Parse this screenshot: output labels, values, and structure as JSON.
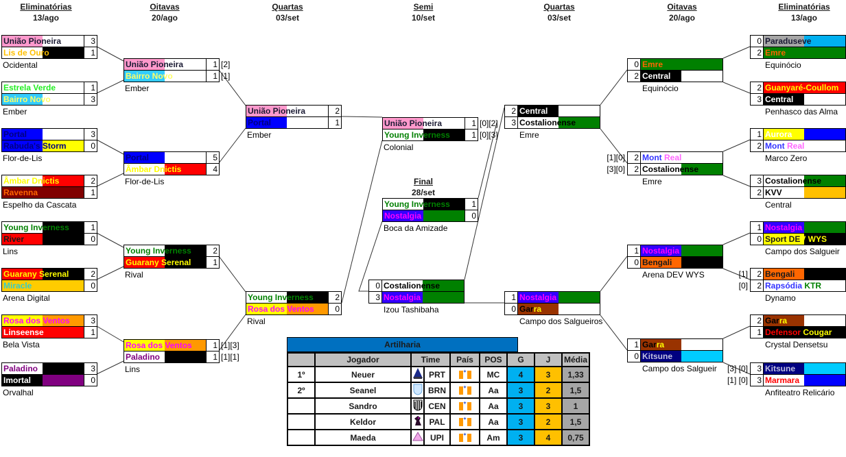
{
  "headers": {
    "left": [
      {
        "title": "Eliminatórias",
        "date": "13/ago"
      },
      {
        "title": "Oitavas",
        "date": "20/ago"
      },
      {
        "title": "Quartas",
        "date": "03/set"
      }
    ],
    "center": {
      "title": "Semi",
      "date": "10/set"
    },
    "right": [
      {
        "title": "Quartas",
        "date": "03/set"
      },
      {
        "title": "Oitavas",
        "date": "20/ago"
      },
      {
        "title": "Eliminatórias",
        "date": "13/ago"
      }
    ],
    "final": {
      "title": "Final",
      "date": "28/set"
    }
  },
  "teams": {
    "uniao": {
      "bg": [
        "#FF99CC",
        "#FFFFFF"
      ],
      "text": [
        [
          "União Pioneira",
          "#1a1a33"
        ]
      ]
    },
    "lis": {
      "bg": [
        "#FFFFFF",
        "#000000"
      ],
      "text": [
        [
          "Lis de Ouro",
          "#FFC000"
        ]
      ]
    },
    "estrela": {
      "bg": [
        "#FFFFFF",
        "#FFFFFF"
      ],
      "text": [
        [
          "Estrela Verde",
          "#22EE22"
        ]
      ]
    },
    "bairro": {
      "bg": [
        "#33CCFF",
        "#FFFFFF"
      ],
      "text": [
        [
          "Bairro Novo",
          "#FFFF66"
        ]
      ]
    },
    "portal": {
      "bg": [
        "#0000FF",
        "#FFFFFF"
      ],
      "text": [
        [
          "Portal",
          "#000080"
        ]
      ]
    },
    "rabuda": {
      "bg": [
        "#0000FF",
        "#FFFF00"
      ],
      "text": [
        [
          "Rabuda's Storm",
          "#000080"
        ]
      ]
    },
    "ambar": {
      "bg": [
        "#FFFFFF",
        "#FF0000"
      ],
      "text": [
        [
          "Âmbar Dnictis",
          "#FFFF00"
        ]
      ]
    },
    "ravenna": {
      "bg": [
        "#800000",
        "#800000"
      ],
      "text": [
        [
          "Ravenna",
          "#FF6600"
        ]
      ]
    },
    "young": {
      "bg": [
        "#FFFFFF",
        "#000000"
      ],
      "text": [
        [
          "Young Inverness",
          "#008000"
        ]
      ]
    },
    "river": {
      "bg": [
        "#FF0000",
        "#000000"
      ],
      "text": [
        [
          "River",
          "#1a1a1a"
        ]
      ]
    },
    "guarany": {
      "bg": [
        "#FF0000",
        "#000000"
      ],
      "text": [
        [
          "Guarany Serenal",
          "#FFFF00"
        ]
      ]
    },
    "miracle": {
      "bg": [
        "#FFCC00",
        "#FFCC00"
      ],
      "text": [
        [
          "Miracle",
          "#33CCCC"
        ]
      ]
    },
    "rosa": {
      "bg": [
        "#FFFF00",
        "#FF9900"
      ],
      "text": [
        [
          "Rosa dos Ventos",
          "#FF00FF"
        ]
      ]
    },
    "linseense": {
      "bg": [
        "#FF0000",
        "#FF0000"
      ],
      "text": [
        [
          "Linseense",
          "#FFFFFF"
        ]
      ]
    },
    "paladino": {
      "bg": [
        "#FFFFFF",
        "#000000"
      ],
      "text": [
        [
          "Paladino",
          "#800080"
        ]
      ]
    },
    "imortal": {
      "bg": [
        "#000000",
        "#800080"
      ],
      "text": [
        [
          "Imortal",
          "#FFFFFF"
        ]
      ]
    },
    "nostalgia": {
      "bg": [
        "#3300FF",
        "#008000"
      ],
      "text": [
        [
          "Nostalgia",
          "#FF00FF"
        ]
      ]
    },
    "costalionense": {
      "bg": [
        "#FFFFFF",
        "#008000"
      ],
      "text": [
        [
          "Costalionense",
          "#000000"
        ]
      ]
    },
    "central": {
      "bg": [
        "#000000",
        "#FFFFFF"
      ],
      "text": [
        [
          "Central",
          "#FFFFFF"
        ]
      ]
    },
    "emre": {
      "bg": [
        "#008000",
        "#008000"
      ],
      "text": [
        [
          "Emre",
          "#FF6600"
        ]
      ]
    },
    "paraduseve": {
      "bg": [
        "#A6A6A6",
        "#00B0F0"
      ],
      "text": [
        [
          "Paraduseve",
          "#1a1a33"
        ]
      ]
    },
    "guanyare": {
      "bg": [
        "#FF0000",
        "#FF0000"
      ],
      "text": [
        [
          "Guanyaré-Coullom",
          "#FFFF00"
        ]
      ]
    },
    "aurora": {
      "bg": [
        "#FFFF00",
        "#0000FF"
      ],
      "text": [
        [
          "Aurora",
          "#FFFFFF"
        ]
      ]
    },
    "montreal": {
      "bg": [
        "#FFFFFF",
        "#FFFFFF"
      ],
      "text": [
        [
          "Mont ",
          "#3333FF"
        ],
        [
          "Real",
          "#FF66FF"
        ]
      ]
    },
    "kvv": {
      "bg": [
        "#FFFFFF",
        "#FFC000"
      ],
      "text": [
        [
          "KVV",
          "#000000"
        ]
      ]
    },
    "sport": {
      "bg": [
        "#FFFF00",
        "#000000"
      ],
      "text": [
        [
          "Sport DE",
          "#1a1a1a"
        ],
        [
          "V WYS",
          "#FFFF00"
        ]
      ]
    },
    "bengali": {
      "bg": [
        "#FF6600",
        "#000000"
      ],
      "text": [
        [
          "Bengali",
          "#1a1a1a"
        ]
      ]
    },
    "rapsodia": {
      "bg": [
        "#FFFFFF",
        "#FFFFFF"
      ],
      "text": [
        [
          "Rapsódia ",
          "#3333FF"
        ],
        [
          "KTR",
          "#008000"
        ]
      ]
    },
    "garra": {
      "bg": [
        "#993300",
        "#FFFFFF"
      ],
      "text": [
        [
          "Gar",
          "#000000"
        ],
        [
          "ra",
          "#FFFF00"
        ]
      ]
    },
    "defensor": {
      "bg": [
        "#000000",
        "#000000"
      ],
      "text": [
        [
          "Defensor ",
          "#FF0000"
        ],
        [
          "Cougar",
          "#FFFF00"
        ]
      ]
    },
    "kitsune": {
      "bg": [
        "#000080",
        "#00CCFF"
      ],
      "text": [
        [
          "Kitsune",
          "#C0C0E0"
        ]
      ]
    },
    "marmara": {
      "bg": [
        "#FFFFFF",
        "#0000FF"
      ],
      "text": [
        [
          "Marmara",
          "#FF0000"
        ]
      ]
    }
  },
  "bracket": {
    "left_r1": [
      {
        "venue": "Ocidental",
        "rows": [
          {
            "team": "uniao",
            "score": "3"
          },
          {
            "team": "lis",
            "score": "1"
          }
        ]
      },
      {
        "venue": "Ember",
        "rows": [
          {
            "team": "estrela",
            "score": "1"
          },
          {
            "team": "bairro",
            "score": "3"
          }
        ]
      },
      {
        "venue": "Flor-de-Lis",
        "rows": [
          {
            "team": "portal",
            "score": "3"
          },
          {
            "team": "rabuda",
            "score": "0"
          }
        ]
      },
      {
        "venue": "Espelho da Cascata",
        "rows": [
          {
            "team": "ambar",
            "score": "2"
          },
          {
            "team": "ravenna",
            "score": "1"
          }
        ]
      },
      {
        "venue": "Lins",
        "rows": [
          {
            "team": "young",
            "score": "1"
          },
          {
            "team": "river",
            "score": "0"
          }
        ]
      },
      {
        "venue": "Arena Digital",
        "rows": [
          {
            "team": "guarany",
            "score": "2"
          },
          {
            "team": "miracle",
            "score": "0"
          }
        ]
      },
      {
        "venue": "Bela Vista",
        "rows": [
          {
            "team": "rosa",
            "score": "3"
          },
          {
            "team": "linseense",
            "score": "1"
          }
        ]
      },
      {
        "venue": "Orvalhal",
        "rows": [
          {
            "team": "paladino",
            "score": "3"
          },
          {
            "team": "imortal",
            "score": "0"
          }
        ]
      }
    ],
    "left_r2": [
      {
        "venue": "Ember",
        "rows": [
          {
            "team": "uniao",
            "score": "1",
            "extra": "[2]"
          },
          {
            "team": "bairro",
            "score": "1",
            "extra": "[1]"
          }
        ]
      },
      {
        "venue": "Flor-de-Lis",
        "rows": [
          {
            "team": "portal",
            "score": "5"
          },
          {
            "team": "ambar",
            "score": "4"
          }
        ]
      },
      {
        "venue": "Rival",
        "rows": [
          {
            "team": "young",
            "score": "2"
          },
          {
            "team": "guarany",
            "score": "1"
          }
        ]
      },
      {
        "venue": "Lins",
        "rows": [
          {
            "team": "rosa",
            "score": "1",
            "extra": "[1][3]"
          },
          {
            "team": "paladino",
            "score": "1",
            "extra": "[1][1]"
          }
        ]
      }
    ],
    "left_qf": [
      {
        "venue": "Ember",
        "rows": [
          {
            "team": "uniao",
            "score": "2"
          },
          {
            "team": "portal",
            "score": "1"
          }
        ]
      },
      {
        "venue": "Rival",
        "rows": [
          {
            "team": "young",
            "score": "2"
          },
          {
            "team": "rosa",
            "score": "0"
          }
        ]
      }
    ],
    "semi_top": {
      "venue": "Colonial",
      "rows": [
        {
          "team": "uniao",
          "score": "1",
          "extra": "[0][2]"
        },
        {
          "team": "young",
          "score": "1",
          "extra": "[0][3]"
        }
      ]
    },
    "final": {
      "venue": "Boca da Amizade",
      "rows": [
        {
          "team": "young",
          "score": "1"
        },
        {
          "team": "nostalgia",
          "score": "0"
        }
      ]
    },
    "semi_bottom": {
      "venue": "Izou Tashibaha",
      "rows": [
        {
          "team": "costalionense",
          "score": "0"
        },
        {
          "team": "nostalgia",
          "score": "3"
        }
      ]
    },
    "right_qf": [
      {
        "venue": "Emre",
        "rows": [
          {
            "team": "central",
            "score": "2"
          },
          {
            "team": "costalionense",
            "score": "3"
          }
        ]
      },
      {
        "venue": "Campo dos Salgueiros",
        "rows": [
          {
            "team": "nostalgia",
            "score": "1"
          },
          {
            "team": "garra",
            "score": "0"
          }
        ]
      }
    ],
    "right_r2": [
      {
        "venue": "Equinócio",
        "rows": [
          {
            "team": "emre",
            "score": "0"
          },
          {
            "team": "central",
            "score": "2"
          }
        ]
      },
      {
        "venue": "Emre",
        "rows": [
          {
            "team": "montreal",
            "score": "2",
            "extra": "[1][0]"
          },
          {
            "team": "costalionense",
            "score": "2",
            "extra": "[3][0]"
          }
        ]
      },
      {
        "venue": "Arena DEV WYS",
        "rows": [
          {
            "team": "nostalgia",
            "score": "1"
          },
          {
            "team": "bengali",
            "score": "0"
          }
        ]
      },
      {
        "venue": "Campo dos Salgueir",
        "rows": [
          {
            "team": "garra",
            "score": "1"
          },
          {
            "team": "kitsune",
            "score": "0"
          }
        ]
      }
    ],
    "right_r1": [
      {
        "venue": "Equinócio",
        "rows": [
          {
            "team": "paraduseve",
            "score": "0"
          },
          {
            "team": "emre",
            "score": "2"
          }
        ]
      },
      {
        "venue": "Penhasco das Alma",
        "rows": [
          {
            "team": "guanyare",
            "score": "2"
          },
          {
            "team": "central",
            "score": "3"
          }
        ]
      },
      {
        "venue": "Marco Zero",
        "rows": [
          {
            "team": "aurora",
            "score": "1"
          },
          {
            "team": "montreal",
            "score": "2"
          }
        ]
      },
      {
        "venue": "Central",
        "rows": [
          {
            "team": "costalionense",
            "score": "3"
          },
          {
            "team": "kvv",
            "score": "2"
          }
        ]
      },
      {
        "venue": "Campo dos Salgueir",
        "rows": [
          {
            "team": "nostalgia",
            "score": "1"
          },
          {
            "team": "sport",
            "score": "0"
          }
        ]
      },
      {
        "venue": "Dynamo",
        "rows": [
          {
            "team": "bengali",
            "score": "2",
            "extra": "[1]"
          },
          {
            "team": "rapsodia",
            "score": "2",
            "extra": "[0]"
          }
        ]
      },
      {
        "venue": "Crystal Densetsu",
        "rows": [
          {
            "team": "garra",
            "score": "2"
          },
          {
            "team": "defensor",
            "score": "1"
          }
        ]
      },
      {
        "venue": "Anfiteatro Relicário",
        "rows": [
          {
            "team": "kitsune",
            "score": "3",
            "extra": "[3] [0]"
          },
          {
            "team": "marmara",
            "score": "3",
            "extra": "[1] [0]"
          }
        ]
      }
    ]
  },
  "scorers": {
    "title": "Artilharia",
    "columns": {
      "rank": "",
      "player": "Jogador",
      "team": "Time",
      "country": "País",
      "pos": "POS",
      "goals": "G",
      "games": "J",
      "avg": "Média"
    },
    "colors": {
      "title_bg": "#0070C0",
      "header_bg": "#C0C0C0",
      "goals_bg": "#00B0F0",
      "games_bg": "#FFC000",
      "avg_bg": "#A6A6A6"
    },
    "rows": [
      {
        "rank": "1º",
        "player": "Neuer",
        "logo": "portal-logo",
        "team": "PRT",
        "country": "flag-icon",
        "pos": "MC",
        "goals": "4",
        "games": "3",
        "avg": "1,33"
      },
      {
        "rank": "2º",
        "player": "Seanel",
        "logo": "bairro-novo-logo",
        "team": "BRN",
        "country": "flag-icon",
        "pos": "Aa",
        "goals": "3",
        "games": "2",
        "avg": "1,5"
      },
      {
        "rank": "",
        "player": "Sandro",
        "logo": "central-logo",
        "team": "CEN",
        "country": "flag-icon",
        "pos": "Aa",
        "goals": "3",
        "games": "3",
        "avg": "1"
      },
      {
        "rank": "",
        "player": "Keldor",
        "logo": "paladino-logo",
        "team": "PAL",
        "country": "flag-icon",
        "pos": "Aa",
        "goals": "3",
        "games": "2",
        "avg": "1,5"
      },
      {
        "rank": "",
        "player": "Maeda",
        "logo": "uniao-pioneira-logo",
        "team": "UPI",
        "country": "flag-icon",
        "pos": "Am",
        "goals": "3",
        "games": "4",
        "avg": "0,75"
      }
    ]
  }
}
